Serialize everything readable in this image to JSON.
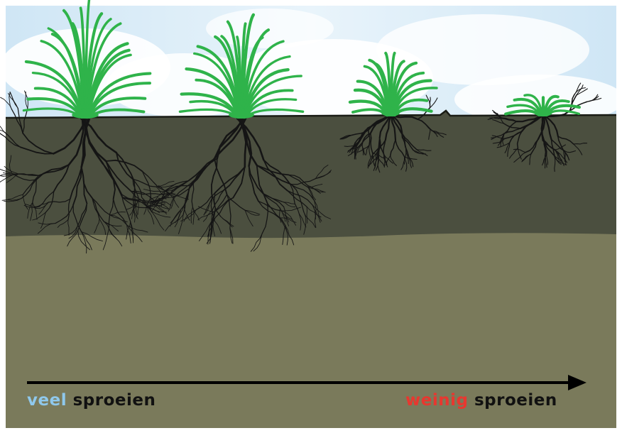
{
  "labels": {
    "left": {
      "highlight": "veel",
      "rest": "sproeien"
    },
    "right": {
      "highlight": "weinig",
      "rest": "sproeien"
    }
  },
  "colors": {
    "sky_blue": "#bcdcf0",
    "sky_white": "#ffffff",
    "topsoil": "#4b4f3f",
    "subsoil": "#7a7a5b",
    "grass": "#2fb34a",
    "roots": "#151515",
    "arrow": "#000000",
    "veel_text": "#8fc8ec",
    "weinig_text": "#e8372f",
    "sproeien_text": "#111111"
  },
  "plants": [
    {
      "name": "plant-1",
      "size": "large",
      "root_depth": "deep"
    },
    {
      "name": "plant-2",
      "size": "large",
      "root_depth": "deep"
    },
    {
      "name": "plant-3",
      "size": "medium",
      "root_depth": "shallow"
    },
    {
      "name": "plant-4",
      "size": "small",
      "root_depth": "shallow"
    }
  ],
  "arrow": {
    "direction": "right"
  }
}
